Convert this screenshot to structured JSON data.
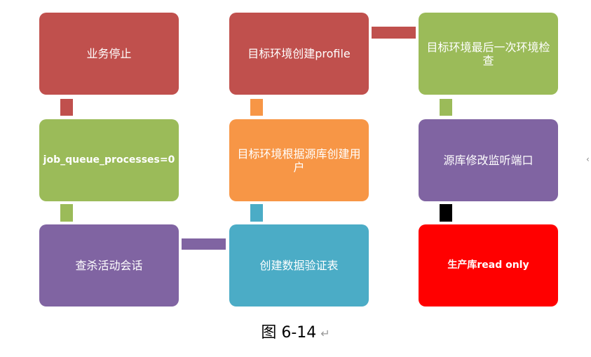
{
  "boxes": {
    "b1": "业务停止",
    "b2": "job_queue_processes=0",
    "b3": "查杀活动会话",
    "b4": "目标环境创建profile",
    "b5": "目标环境根据源库创建用户",
    "b6": "创建数据验证表",
    "b7": "目标环境最后一次环境检查",
    "b8": "源库修改监听端口",
    "b9": "生产库read only"
  },
  "colors": {
    "red": "#c0504d",
    "green": "#9bbb59",
    "purple": "#8064a2",
    "orange": "#f79646",
    "teal": "#4bacc6",
    "pure_red": "#ff0000",
    "black": "#000000"
  },
  "caption": "图 6-14",
  "caption_mark": "↵",
  "edge_mark": "‹"
}
